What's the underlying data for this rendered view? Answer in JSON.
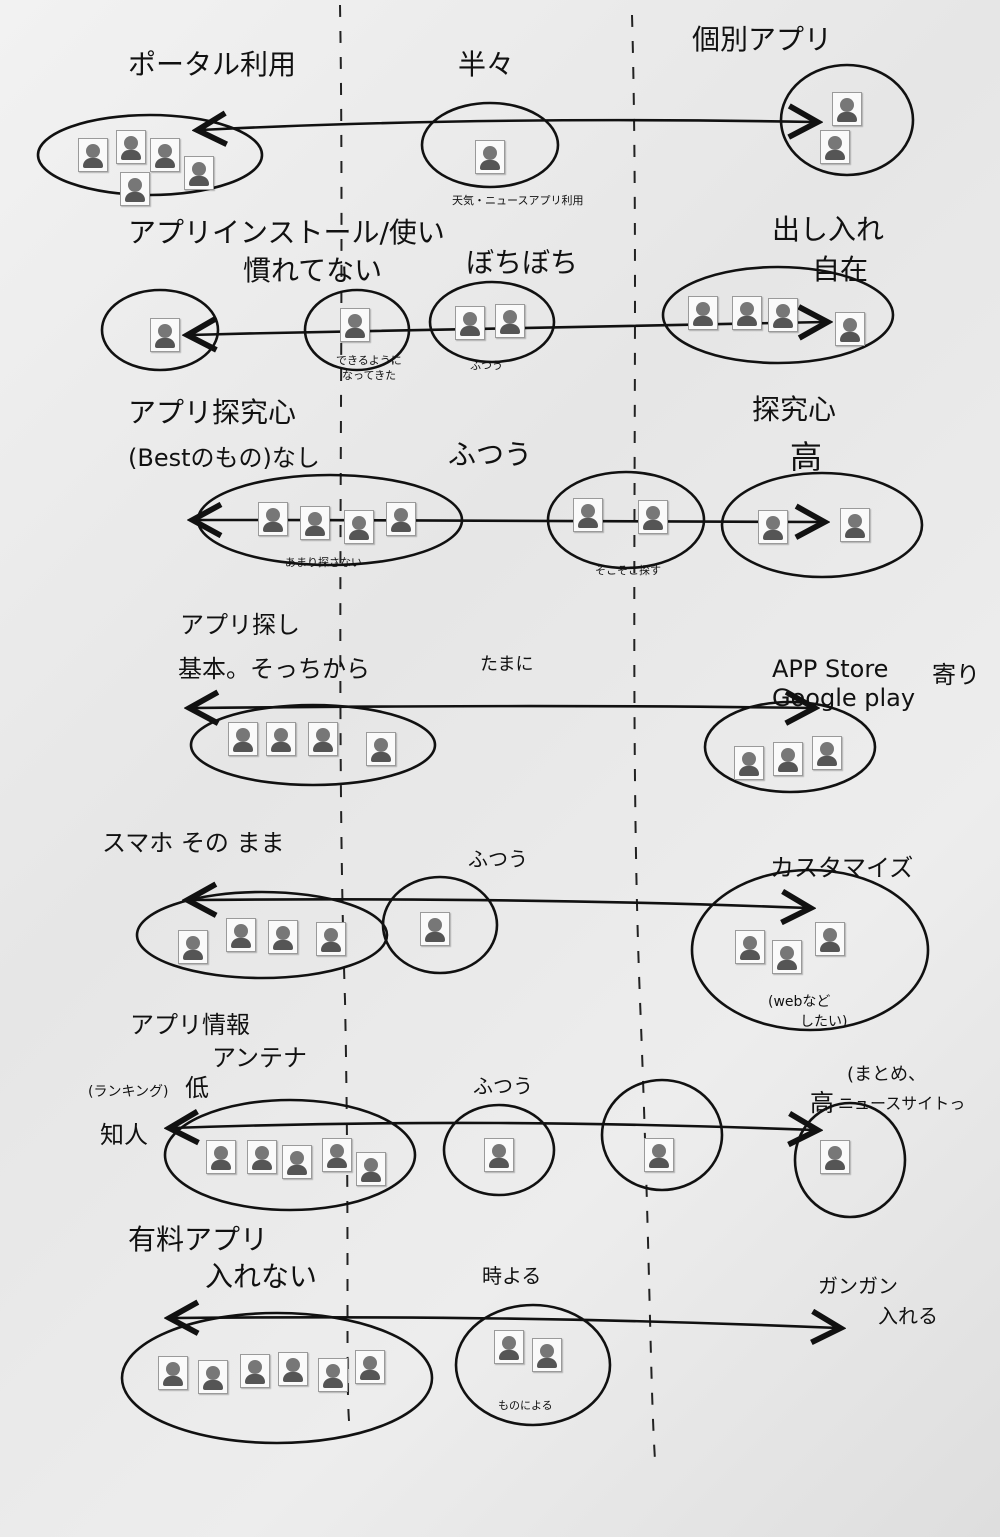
{
  "rows": [
    {
      "left": "ポータル利用",
      "mid": "半々",
      "right": "個別アプリ",
      "note_mid": "天気・ニュースアプリ利用"
    },
    {
      "left1": "アプリインストール/使い",
      "left2": "慣れてない",
      "mid": "ぼちぼち",
      "right1": "出し入れ",
      "right2": "自在",
      "note_left": "できるように",
      "note_left2": "なってきた",
      "note_mid": "ふつう"
    },
    {
      "left1": "アプリ探究心",
      "left2": "(Bestのもの)なし",
      "mid": "ふつう",
      "right1": "探究心",
      "right2": "高",
      "note_left": "あまり探さない",
      "note_mid": "そこそこ探す"
    },
    {
      "left1": "アプリ探し",
      "left2": "基本。そっちから",
      "mid": "たまに",
      "right1": "APP Store",
      "right2": "Google play",
      "right3": "寄り"
    },
    {
      "left": "スマホ その まま",
      "mid": "ふつう",
      "right": "カスタマイズ",
      "note_right1": "(webなど",
      "note_right2": "したい)"
    },
    {
      "left1": "アプリ情報",
      "left2": "アンテナ",
      "left3": "低",
      "side1": "(ランキング)",
      "side2": "知人",
      "mid": "ふつう",
      "right1": "高",
      "right2": "(まとめ、",
      "right3": "ニュースサイトっ"
    },
    {
      "left1": "有料アプリ",
      "left2": "入れない",
      "mid": "時よる",
      "right1": "ガンガン",
      "right2": "入れる",
      "note_mid": "ものによる"
    }
  ],
  "colors": {
    "ink": "#111111",
    "card": "#fafafa",
    "board": "#ececec"
  }
}
